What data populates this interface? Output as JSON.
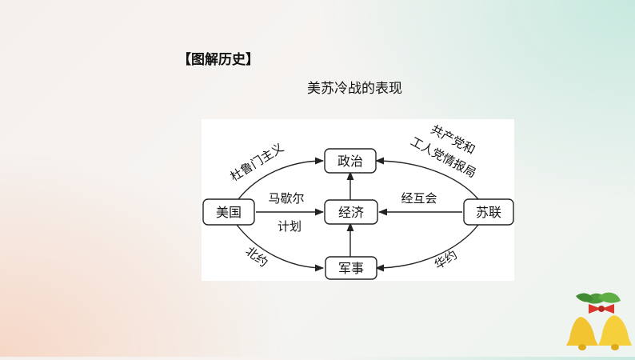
{
  "heading": "【图解历史】",
  "caption": "美苏冷战的表现",
  "diagram": {
    "nodes": {
      "usa": "美国",
      "ussr": "苏联",
      "politics": "政治",
      "economy": "经济",
      "military": "军事"
    },
    "edge_labels": {
      "truman_doctrine": "杜鲁门主义",
      "marshall_plan_line1": "马歇尔",
      "marshall_plan_line2": "计划",
      "nato": "北约",
      "cominform_line1": "共产党和",
      "cominform_line2": "工人党情报局",
      "comecon": "经互会",
      "warsaw_pact": "华约"
    }
  },
  "colors": {
    "line": "#222222",
    "panel": "#ffffff",
    "bell": "#f2c431",
    "ribbon": "#d9362b",
    "leaf": "#4e9a3a"
  }
}
